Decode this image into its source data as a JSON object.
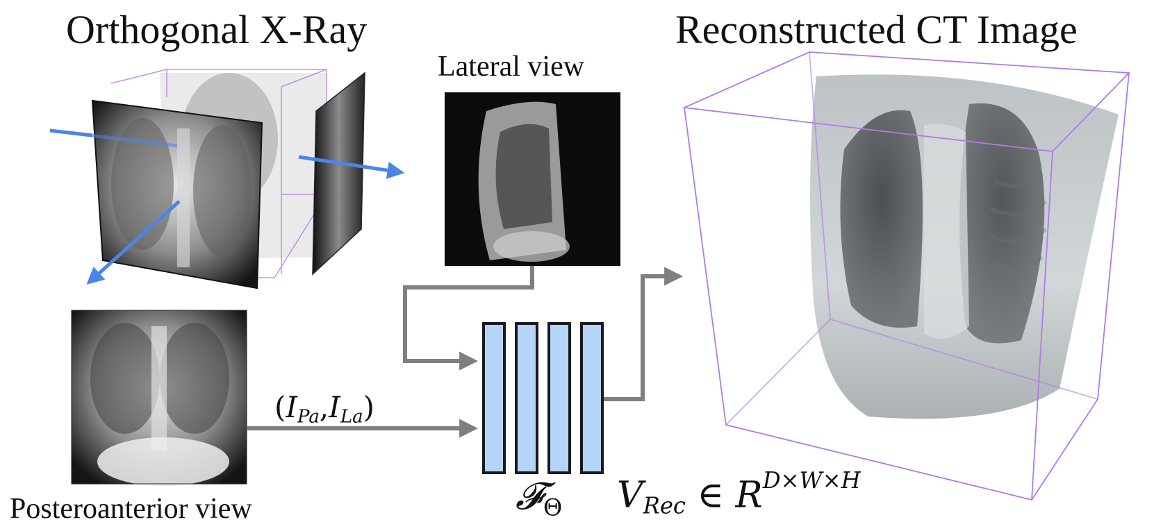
{
  "titles": {
    "left": "Orthogonal X-Ray",
    "right": "Reconstructed CT Image"
  },
  "labels": {
    "lateral": "Lateral view",
    "posteroanterior": "Posteroanterior view"
  },
  "math": {
    "input_pair": {
      "open": "(",
      "i1": "I",
      "i1_sub": "Pa",
      "comma": ",",
      "i2": "I",
      "i2_sub": "La",
      "close": ")"
    },
    "network": {
      "symbol": "𝓕",
      "sub": "Θ"
    },
    "output": {
      "v": "V",
      "v_sub": "Rec",
      "in": "∈",
      "r": "R",
      "r_sup": "D×W×H"
    }
  },
  "colors": {
    "arrow_blue": "#4a86e8",
    "arrow_gray": "#7f7f7f",
    "layer_fill": "#b4d4f8",
    "layer_stroke": "#1a1a1a",
    "cube_edge": "#b07ae8"
  },
  "network_layers": 4
}
